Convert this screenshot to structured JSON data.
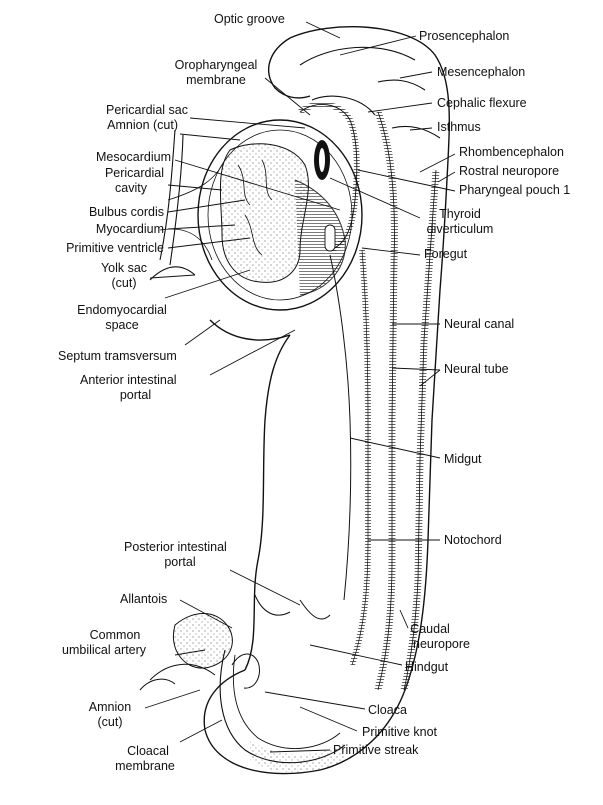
{
  "labels": {
    "optic_groove": "Optic groove",
    "prosencephalon": "Prosencephalon",
    "oropharyngeal_membrane_1": "Oropharyngeal",
    "oropharyngeal_membrane_2": "membrane",
    "mesencephalon": "Mesencephalon",
    "cephalic_flexure": "Cephalic flexure",
    "pericardial_sac": "Pericardial sac",
    "amnion_cut_top": "Amnion (cut)",
    "isthmus": "Isthmus",
    "rhombencephalon": "Rhombencephalon",
    "mesocardium": "Mesocardium",
    "rostral_neuropore": "Rostral neuropore",
    "pericardial_cavity_1": "Pericardial",
    "pericardial_cavity_2": "cavity",
    "pharyngeal_pouch_1": "Pharyngeal pouch 1",
    "bulbus_cordis": "Bulbus cordis",
    "thyroid_diverticulum_1": "Thyroid",
    "thyroid_diverticulum_2": "diverticulum",
    "myocardium": "Myocardium",
    "primitive_ventricle": "Primitive ventricle",
    "foregut": "Foregut",
    "yolk_sac_1": "Yolk sac",
    "yolk_sac_2": "(cut)",
    "endomyocardial_space_1": "Endomyocardial",
    "endomyocardial_space_2": "space",
    "neural_canal": "Neural canal",
    "septum_transversum": "Septum tramsversum",
    "neural_tube": "Neural tube",
    "anterior_intestinal_portal_1": "Anterior intestinal",
    "anterior_intestinal_portal_2": "portal",
    "midgut": "Midgut",
    "notochord": "Notochord",
    "posterior_intestinal_portal_1": "Posterior intestinal",
    "posterior_intestinal_portal_2": "portal",
    "allantois": "Allantois",
    "caudal_neuropore_1": "Caudal",
    "caudal_neuropore_2": "neuropore",
    "common_umbilical_artery_1": "Common",
    "common_umbilical_artery_2": "umbilical artery",
    "hindgut": "Hindgut",
    "amnion_cut_bottom_1": "Amnion",
    "amnion_cut_bottom_2": "(cut)",
    "cloaca": "Cloaca",
    "primitive_knot": "Primitive knot",
    "cloacal_membrane_1": "Cloacal",
    "cloacal_membrane_2": "membrane",
    "primitive_streak": "Primitive streak"
  }
}
